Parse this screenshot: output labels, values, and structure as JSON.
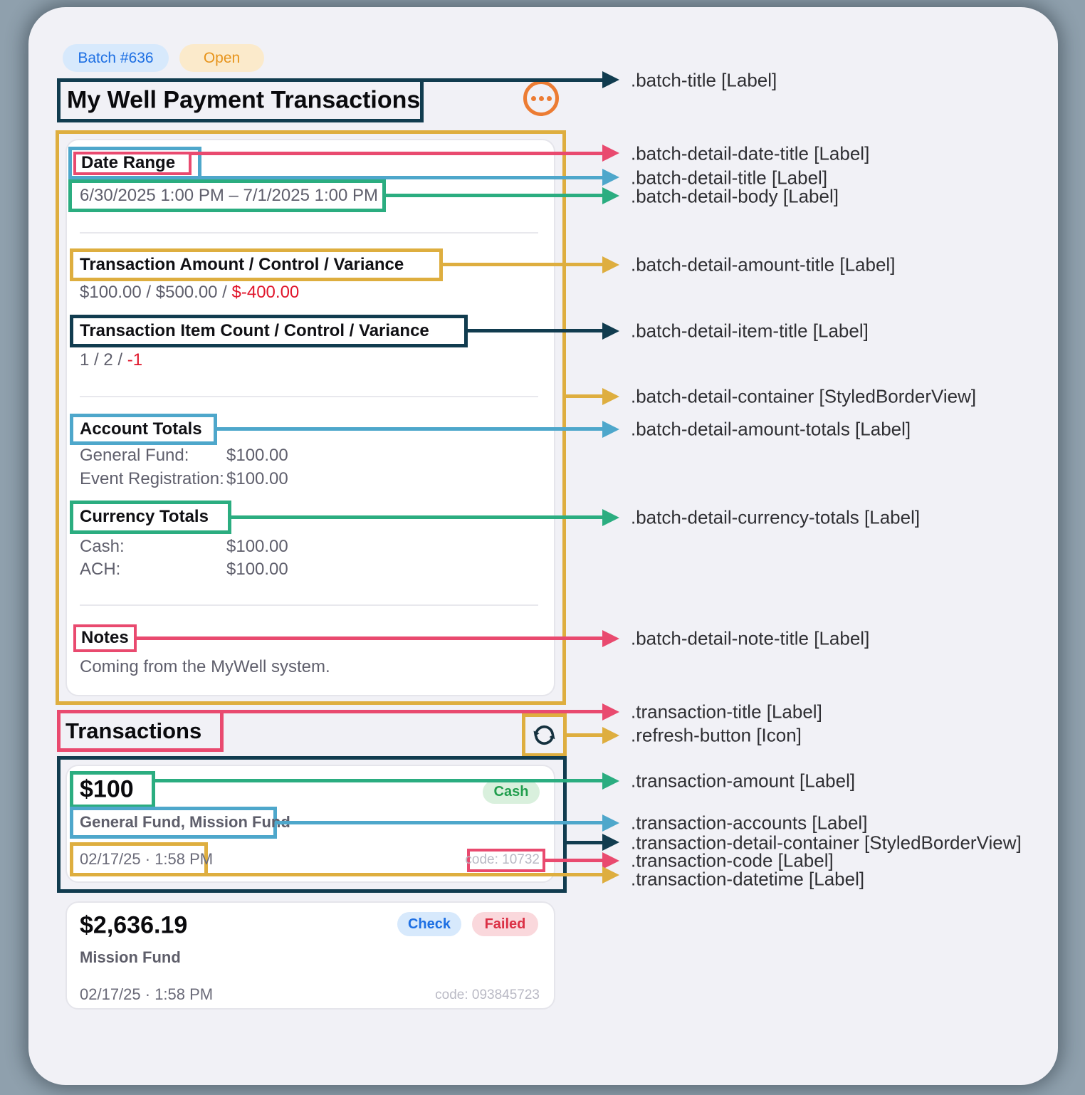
{
  "header": {
    "batch_badge": "Batch #636",
    "status_badge": "Open",
    "title": "My Well Payment Transactions"
  },
  "batch_detail": {
    "date_title": "Date Range",
    "date_body": "6/30/2025 1:00 PM – 7/1/2025 1:00 PM",
    "amount_title": "Transaction Amount / Control / Variance",
    "amount_body": "$100.00 / $500.00 / ",
    "amount_variance": "$-400.00",
    "item_title": "Transaction Item Count / Control / Variance",
    "item_body": "1 / 2 / ",
    "item_variance": "-1",
    "account_totals_title": "Account Totals",
    "account_totals": [
      {
        "label": "General Fund:",
        "value": "$100.00"
      },
      {
        "label": "Event Registration:",
        "value": "$100.00"
      }
    ],
    "currency_totals_title": "Currency Totals",
    "currency_totals": [
      {
        "label": "Cash:",
        "value": "$100.00"
      },
      {
        "label": "ACH:",
        "value": "$100.00"
      }
    ],
    "note_title": "Notes",
    "note_body": "Coming from the MyWell system."
  },
  "transactions": {
    "title": "Transactions",
    "items": [
      {
        "amount": "$100",
        "method_badge": "Cash",
        "accounts": "General Fund, Mission Fund",
        "datetime": "02/17/25 · 1:58 PM",
        "code": "code: 10732"
      },
      {
        "amount": "$2,636.19",
        "method_badge": "Check",
        "status_badge": "Failed",
        "accounts": "Mission Fund",
        "datetime": "02/17/25 · 1:58 PM",
        "code": "code: 093845723"
      }
    ]
  },
  "annotations": [
    {
      "text": ".batch-title [Label]",
      "color": "#113C4F"
    },
    {
      "text": ".batch-detail-date-title [Label]",
      "color": "#E94A6F"
    },
    {
      "text": ".batch-detail-title [Label]",
      "color": "#4EA7CB"
    },
    {
      "text": ".batch-detail-body [Label]",
      "color": "#2BAD80"
    },
    {
      "text": ".batch-detail-amount-title [Label]",
      "color": "#DEAE3F"
    },
    {
      "text": ".batch-detail-item-title [Label]",
      "color": "#113C4F"
    },
    {
      "text": ".batch-detail-container [StyledBorderView]",
      "color": "#DEAE3F"
    },
    {
      "text": ".batch-detail-amount-totals [Label]",
      "color": "#4EA7CB"
    },
    {
      "text": ".batch-detail-currency-totals [Label]",
      "color": "#2BAD80"
    },
    {
      "text": ".batch-detail-note-title [Label]",
      "color": "#E94A6F"
    },
    {
      "text": ".transaction-title [Label]",
      "color": "#E94A6F"
    },
    {
      "text": ".refresh-button [Icon]",
      "color": "#DEAE3F"
    },
    {
      "text": ".transaction-amount [Label]",
      "color": "#2BAD80"
    },
    {
      "text": ".transaction-accounts [Label]",
      "color": "#4EA7CB"
    },
    {
      "text": ".transaction-detail-container [StyledBorderView]",
      "color": "#113C4F"
    },
    {
      "text": ".transaction-code [Label]",
      "color": "#E94A6F"
    },
    {
      "text": ".transaction-datetime [Label]",
      "color": "#DEAE3F"
    }
  ],
  "colors": {
    "annotation_dark": "#113C4F",
    "annotation_pink": "#E94A6F",
    "annotation_blue": "#4EA7CB",
    "annotation_green": "#2BAD80",
    "annotation_gold": "#DEAE3F",
    "menu_orange": "#EC7C33",
    "negative_red": "#E0162B",
    "badge_blue_text": "#1D6FE3",
    "badge_blue_bg": "#D7E9FC",
    "badge_orange_text": "#E7941C",
    "badge_orange_bg": "#FBEACB",
    "badge_green_text": "#219E4D",
    "badge_green_bg": "#D9F0DD",
    "badge_red_text": "#DB3045",
    "badge_red_bg": "#FAD8DC",
    "panel_bg": "#F1F1F6",
    "outer_bg": "#8FA0AD"
  }
}
